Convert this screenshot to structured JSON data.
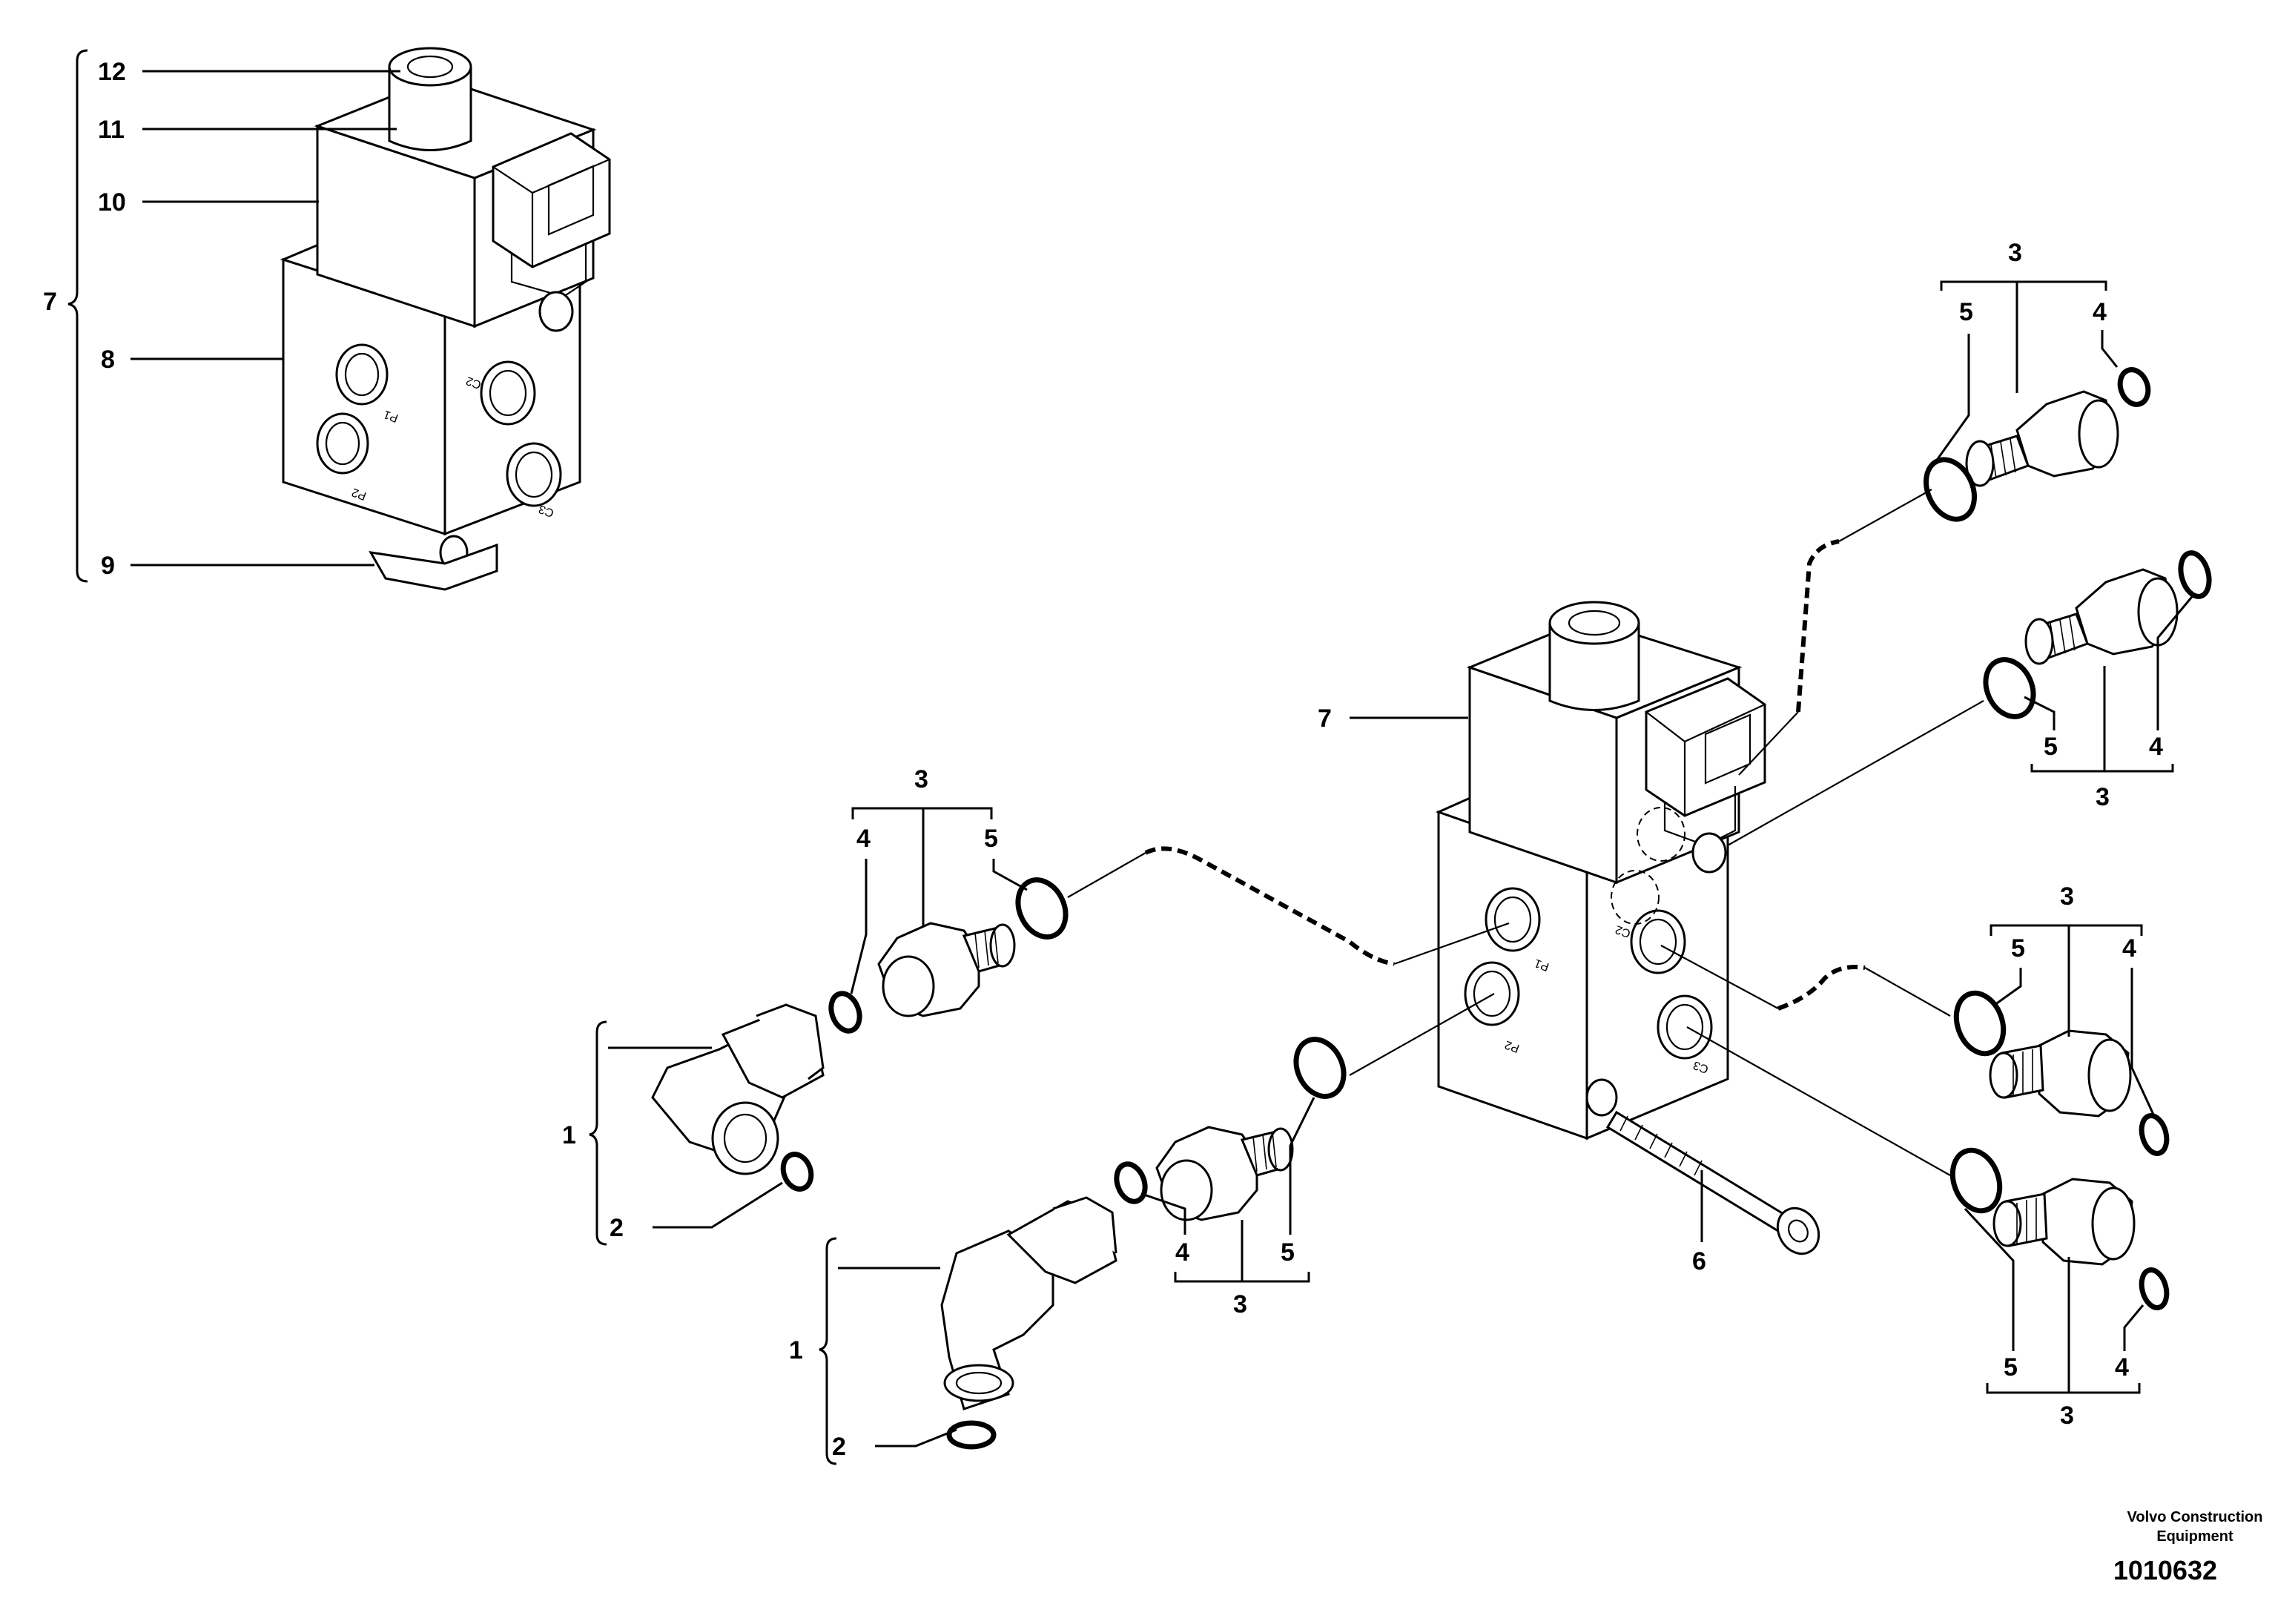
{
  "detail_callouts": {
    "c12": "12",
    "c11": "11",
    "c10": "10",
    "c7": "7",
    "c8": "8",
    "c9": "9"
  },
  "main_callouts": {
    "valve": "7",
    "screw": "6",
    "top_right_group": "3",
    "top_right_oring_large": "5",
    "top_right_oring_small": "4",
    "mid_right_group": "3",
    "mid_right_oring_large": "5",
    "mid_right_oring_small": "4",
    "c2_right_group": "3",
    "c2_right_oring_large": "5",
    "c2_right_oring_small": "4",
    "bottom_right_group": "3",
    "bottom_right_oring_large": "5",
    "bottom_right_oring_small": "4",
    "upper_left_group": "3",
    "upper_left_oring_small": "4",
    "upper_left_oring_large": "5",
    "lower_mid_group": "3",
    "lower_mid_oring_small": "4",
    "lower_mid_oring_large": "5",
    "upper_elbow": "1",
    "upper_elbow_oring": "2",
    "lower_elbow": "1",
    "lower_elbow_oring": "2"
  },
  "port_marks": {
    "detail_p1": "P1",
    "detail_p2": "P2",
    "detail_c2": "C2",
    "detail_c3": "C3",
    "main_p1": "P1",
    "main_p2": "P2",
    "main_c2": "C2",
    "main_c3": "C3"
  },
  "footer": {
    "credit_line1": "Volvo Construction",
    "credit_line2": "Equipment",
    "drawing_number": "1010632"
  }
}
